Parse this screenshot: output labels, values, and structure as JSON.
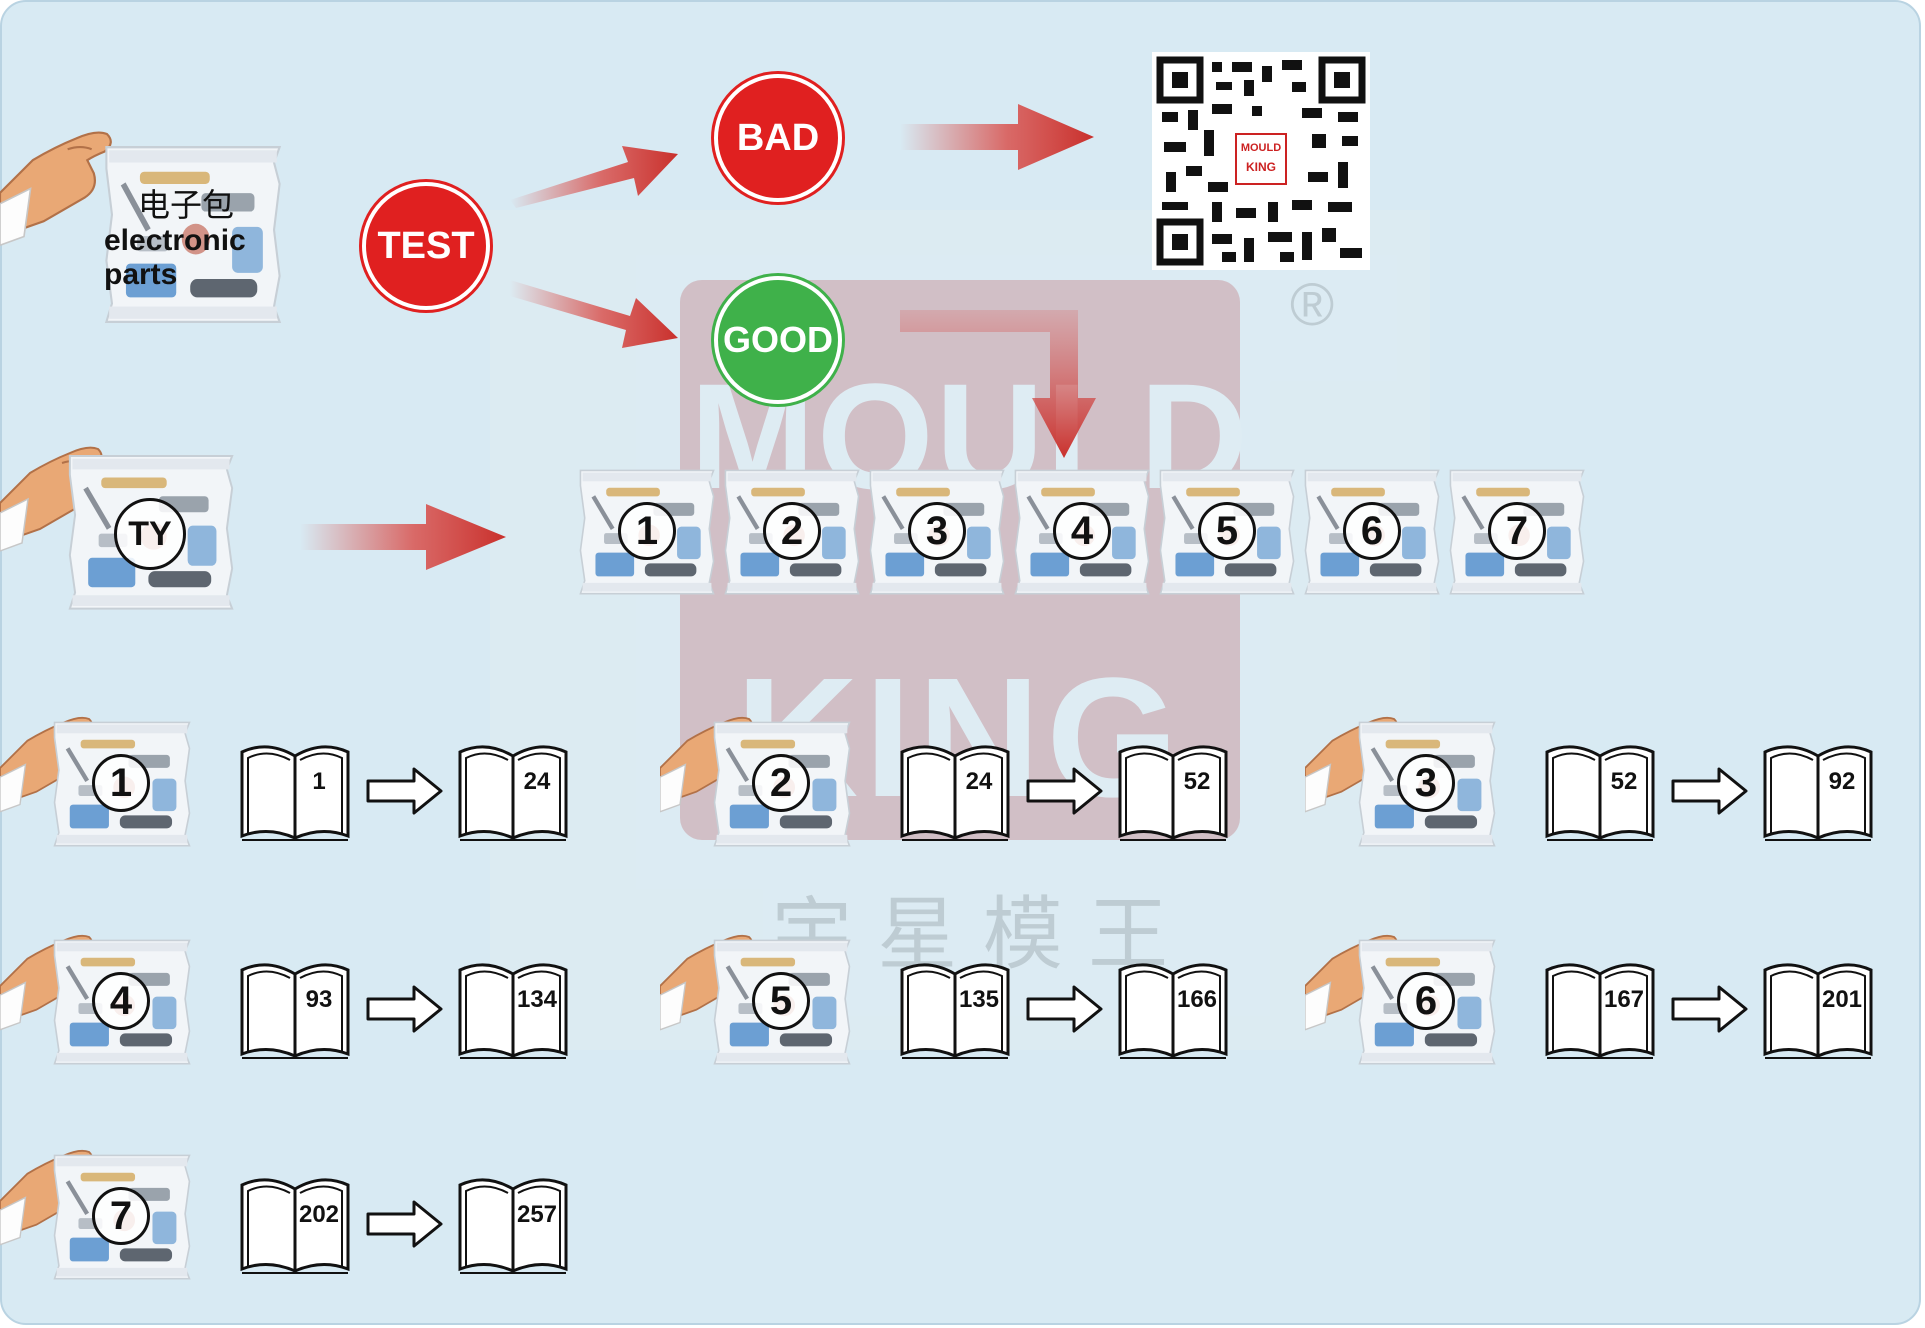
{
  "flow": {
    "test_label": "TEST",
    "bad_label": "BAD",
    "good_label": "GOOD",
    "electronic_cn": "电子包",
    "electronic_en_1": "electronic",
    "electronic_en_2": "parts",
    "ty_label": "TY"
  },
  "watermark": {
    "brand_line1": "MOULD",
    "brand_line2": "KING",
    "cn": "宇 星 模 王",
    "registered": "®",
    "qr_logo_top": "MOULD",
    "qr_logo_bottom": "KING"
  },
  "bag_row": [
    "1",
    "2",
    "3",
    "4",
    "5",
    "6",
    "7"
  ],
  "steps": [
    {
      "bag": "1",
      "from": "1",
      "to": "24"
    },
    {
      "bag": "2",
      "from": "24",
      "to": "52"
    },
    {
      "bag": "3",
      "from": "52",
      "to": "92"
    },
    {
      "bag": "4",
      "from": "93",
      "to": "134"
    },
    {
      "bag": "5",
      "from": "135",
      "to": "166"
    },
    {
      "bag": "6",
      "from": "167",
      "to": "201"
    },
    {
      "bag": "7",
      "from": "202",
      "to": "257"
    }
  ],
  "colors": {
    "background": "#d8eaf3",
    "red": "#e02020",
    "green": "#3fb14a",
    "arrow": "#d9534f"
  }
}
